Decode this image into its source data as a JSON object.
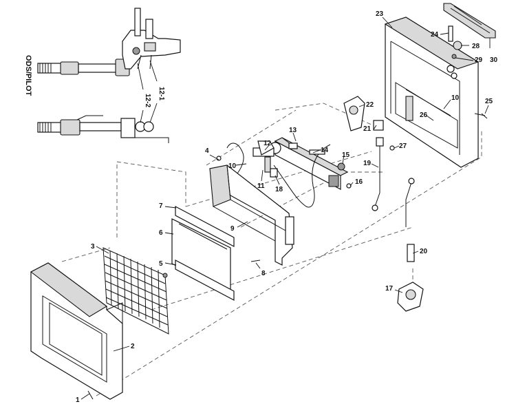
{
  "inset": {
    "title": "ODS/PILOT"
  },
  "callouts": {
    "c1": "1",
    "c2": "2",
    "c3": "3",
    "c4": "4",
    "c5": "5",
    "c6": "6",
    "c7": "7",
    "c8": "8",
    "c9": "9",
    "c10a": "10",
    "c10b": "10",
    "c11": "11",
    "c12": "12",
    "c12_1": "12-1",
    "c12_2": "12-2",
    "c13": "13",
    "c14": "14",
    "c15": "15",
    "c16": "16",
    "c17": "17",
    "c18": "18",
    "c19": "19",
    "c20": "20",
    "c21": "21",
    "c22": "22",
    "c23": "23",
    "c24": "24",
    "c25": "25",
    "c26": "26",
    "c27": "27",
    "c28": "28",
    "c29": "29",
    "c30": "30"
  }
}
